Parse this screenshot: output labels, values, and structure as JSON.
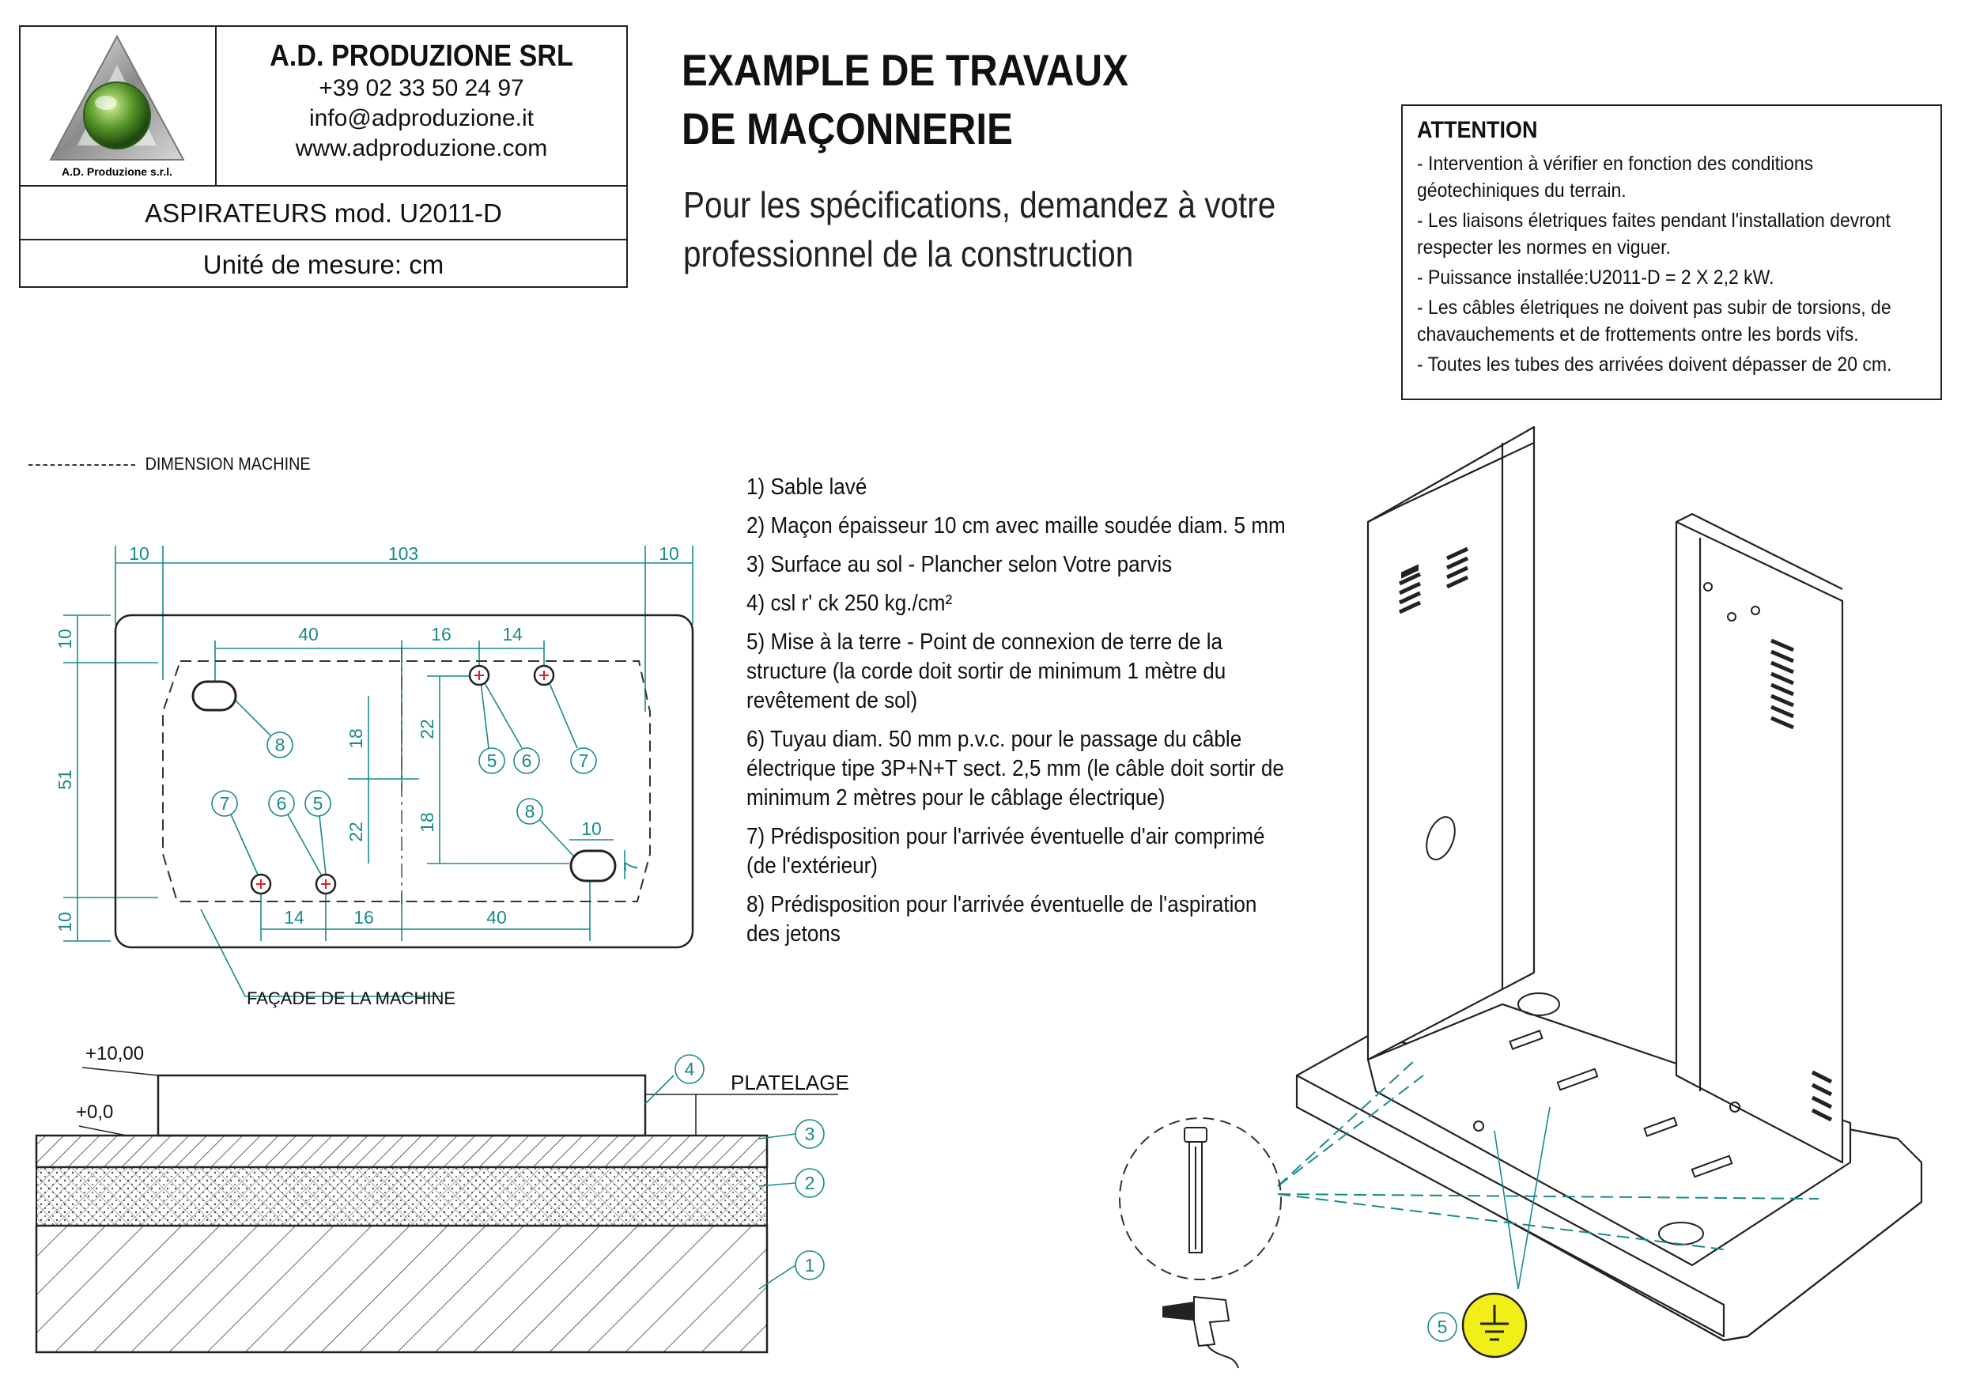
{
  "title_block": {
    "logo_text": "A.D. Produzione s.r.l.",
    "company": "A.D. PRODUZIONE SRL",
    "phone": "+39 02 33 50 24 97",
    "email": "info@adproduzione.it",
    "website": "www.adproduzione.com",
    "model": "ASPIRATEURS mod. U2011-D",
    "unit": "Unité de mesure: cm"
  },
  "heading": {
    "title_line1": "EXAMPLE DE TRAVAUX",
    "title_line2": "DE MAÇONNERIE",
    "subtitle": "Pour les spécifications, demandez à votre professionnel de la construction"
  },
  "attention": {
    "title": "ATTENTION",
    "items": [
      "- Intervention à vérifier en fonction des conditions géotechiniques du terrain.",
      "- Les liaisons életriques faites pendant l'installation devront respecter les normes en viguer.",
      "- Puissance installée:U2011-D = 2 X 2,2 kW.",
      "- Les câbles életriques ne doivent pas subir de torsions, de chavauchements et de frottements  ontre les bords vifs.",
      "- Toutes les tubes des arrivées doivent dépasser de 20 cm."
    ]
  },
  "legend": [
    "1) Sable lavé",
    "2) Maçon épaisseur 10 cm avec maille soudée diam. 5 mm",
    "3) Surface au sol - Plancher selon Votre parvis",
    "4) csl r' ck 250 kg./cm²",
    "5) Mise à la terre - Point de connexion de terre de la structure (la corde doit sortir de minimum 1 mètre du revêtement de sol)",
    "6) Tuyau diam. 50 mm p.v.c. pour le passage du câble électrique tipe 3P+N+T sect. 2,5 mm (le câble doit sortir de minimum 2 mètres pour le câblage électrique)",
    "7) Prédisposition pour l'arrivée éventuelle d'air comprimé (de l'extérieur)",
    "8) Prédisposition pour l'arrivée éventuelle de l'aspiration des jetons"
  ],
  "plan": {
    "dimension_legend": "DIMENSION MACHINE",
    "facade_label": "FAÇADE DE LA MACHINE",
    "dims": {
      "top_left": "10",
      "top_mid": "103",
      "top_right": "10",
      "left_top": "10",
      "left_mid": "51",
      "left_bot": "10",
      "d40a": "40",
      "d16a": "16",
      "d14a": "14",
      "d18a": "18",
      "d22a": "22",
      "d22b": "22",
      "d18b": "18",
      "d10": "10",
      "d7": "7",
      "d14b": "14",
      "d16b": "16",
      "d40b": "40"
    },
    "callouts": [
      "8",
      "5",
      "6",
      "7",
      "7",
      "6",
      "5",
      "8"
    ]
  },
  "section": {
    "level_top": "+10,00",
    "level_zero": "+0,0",
    "platelage": "PLATELAGE",
    "callouts": [
      "4",
      "3",
      "2",
      "1"
    ]
  },
  "iso": {
    "ground_callout": "5"
  },
  "colors": {
    "dimension": "#1a8a8a",
    "hole_mark": "#e02020",
    "ground_symbol": "#f2ee1a",
    "line": "#222222"
  }
}
